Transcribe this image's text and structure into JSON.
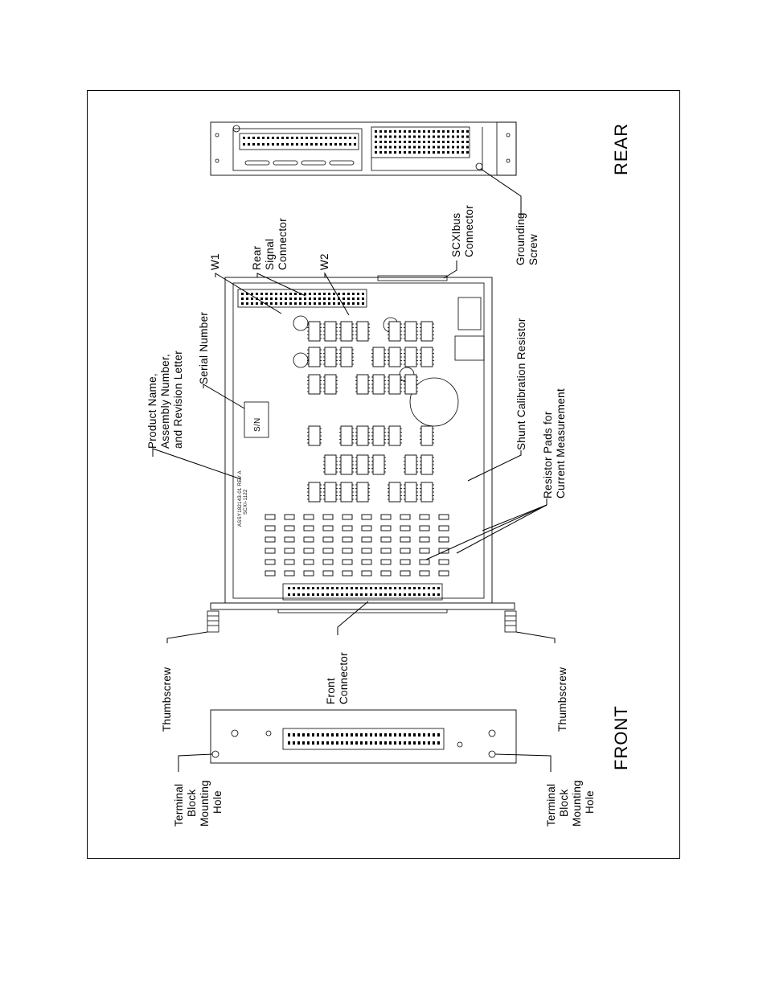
{
  "labels": {
    "product_name": [
      "Product Name,",
      "Assembly Number,",
      "and Revision Letter"
    ],
    "serial_number": "Serial Number",
    "w1": "W1",
    "rear_signal_connector": [
      "Rear",
      "Signal",
      "Connector"
    ],
    "w2": "W2",
    "scxibus_connector": [
      "SCXIbus",
      "Connector"
    ],
    "grounding_screw": [
      "Grounding",
      "Screw"
    ],
    "rear": "REAR",
    "shunt_calibration_resistor": "Shunt Calibration Resistor",
    "resistor_pads": [
      "Resistor Pads for",
      "Current Measurement"
    ],
    "thumbscrew_top": "Thumbscrew",
    "front_connector": [
      "Front",
      "Connector"
    ],
    "thumbscrew_bottom": "Thumbscrew",
    "terminal_block_left": [
      "Terminal",
      "Block",
      "Mounting",
      "Hole"
    ],
    "terminal_block_right": [
      "Terminal",
      "Block",
      "Mounting",
      "Hole"
    ],
    "front": "FRONT"
  },
  "board_text": {
    "sn": "S/N",
    "assembly": "ASSY182143-01 REV A",
    "model": "SCXI-1122"
  }
}
